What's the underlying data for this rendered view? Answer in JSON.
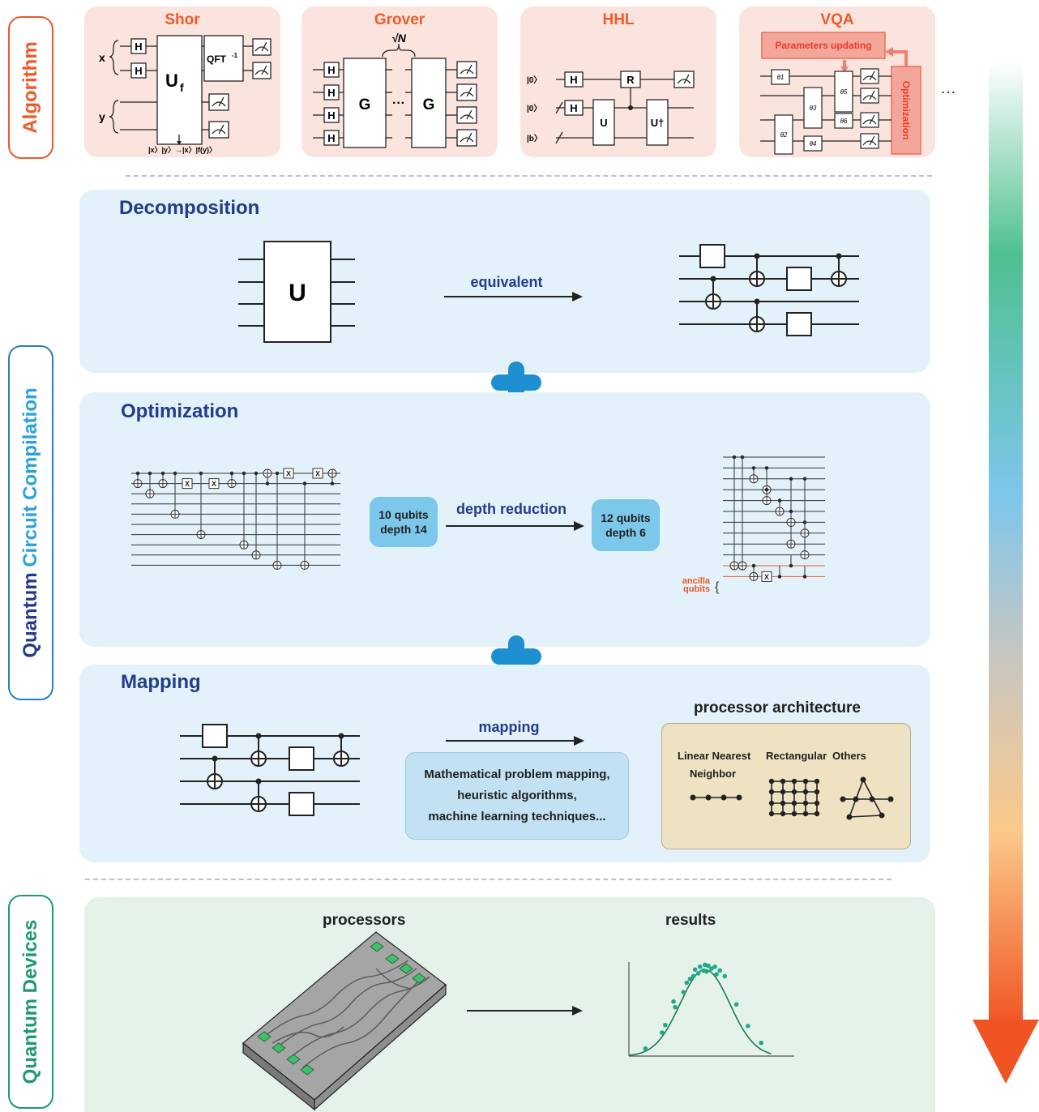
{
  "sections": {
    "algorithm": "Algorithm",
    "compilation_word1": "Quantum",
    "compilation_word2": "Circuit Compilation",
    "devices": "Quantum Devices"
  },
  "algorithms": [
    {
      "title": "Shor",
      "labels": {
        "x": "x",
        "y": "y",
        "gate_h": "H",
        "uf": "U",
        "uf_sub": "f",
        "qft": "QFT",
        "qft_sup": "-1",
        "bottom": "|x〉|y〉→|x〉|f(y)〉"
      }
    },
    {
      "title": "Grover",
      "labels": {
        "sqrtN": "√N",
        "gate_h": "H",
        "gate_g": "G",
        "dots": "···"
      }
    },
    {
      "title": "HHL",
      "labels": {
        "ket0a": "|0〉",
        "ket0b": "|0〉",
        "ketb": "|b〉",
        "gate_h": "H",
        "gate_r": "R",
        "gate_u": "U",
        "gate_udag": "U†"
      }
    },
    {
      "title": "VQA",
      "labels": {
        "params": "Parameters updating",
        "opt": "Optimization",
        "t1": "θ1",
        "t2": "θ2",
        "t3": "θ3",
        "t4": "θ4",
        "t5": "θ5",
        "t6": "θ6"
      }
    }
  ],
  "ellipsis": "…",
  "decomposition": {
    "title": "Decomposition",
    "gate": "U",
    "arrow_label": "equivalent"
  },
  "optimization": {
    "title": "Optimization",
    "before": [
      "10 qubits",
      "depth 14"
    ],
    "after": [
      "12 qubits",
      "depth 6"
    ],
    "arrow_label": "depth reduction",
    "gate_x": "X",
    "ancilla": [
      "ancilla",
      "qubits"
    ]
  },
  "mapping": {
    "title": "Mapping",
    "arrow_label": "mapping",
    "methods": [
      "Mathematical problem mapping,",
      "heuristic algorithms,",
      "machine learning techniques..."
    ],
    "arch_title": "processor architecture",
    "arch_types": [
      "Linear Nearest",
      "Neighbor",
      "Rectangular",
      "Others"
    ]
  },
  "devices": {
    "processors": "processors",
    "results": "results"
  },
  "colors": {
    "algo_accent": "#ee5a2a",
    "algo_bg": "#fbe4de",
    "compile_bg": "#e3f1fa",
    "device_bg": "#e5f2ea",
    "title_blue": "#233b8c",
    "plus_blue": "#1e8fd0",
    "device_green": "#1e9b6e",
    "arch_bg": "#efe2c3"
  },
  "chart_data": {
    "type": "scatter",
    "title": "results",
    "xlabel": "",
    "ylabel": "",
    "fit": "gaussian",
    "points": [
      [
        0.1,
        0.08
      ],
      [
        0.2,
        0.25
      ],
      [
        0.22,
        0.33
      ],
      [
        0.27,
        0.58
      ],
      [
        0.28,
        0.52
      ],
      [
        0.33,
        0.68
      ],
      [
        0.35,
        0.78
      ],
      [
        0.37,
        0.82
      ],
      [
        0.39,
        0.85
      ],
      [
        0.4,
        0.92
      ],
      [
        0.42,
        0.88
      ],
      [
        0.43,
        0.95
      ],
      [
        0.45,
        0.91
      ],
      [
        0.46,
        0.97
      ],
      [
        0.47,
        0.9
      ],
      [
        0.48,
        0.96
      ],
      [
        0.5,
        0.93
      ],
      [
        0.52,
        0.95
      ],
      [
        0.53,
        0.87
      ],
      [
        0.55,
        0.91
      ],
      [
        0.58,
        0.85
      ],
      [
        0.65,
        0.55
      ],
      [
        0.72,
        0.32
      ],
      [
        0.8,
        0.14
      ]
    ]
  }
}
